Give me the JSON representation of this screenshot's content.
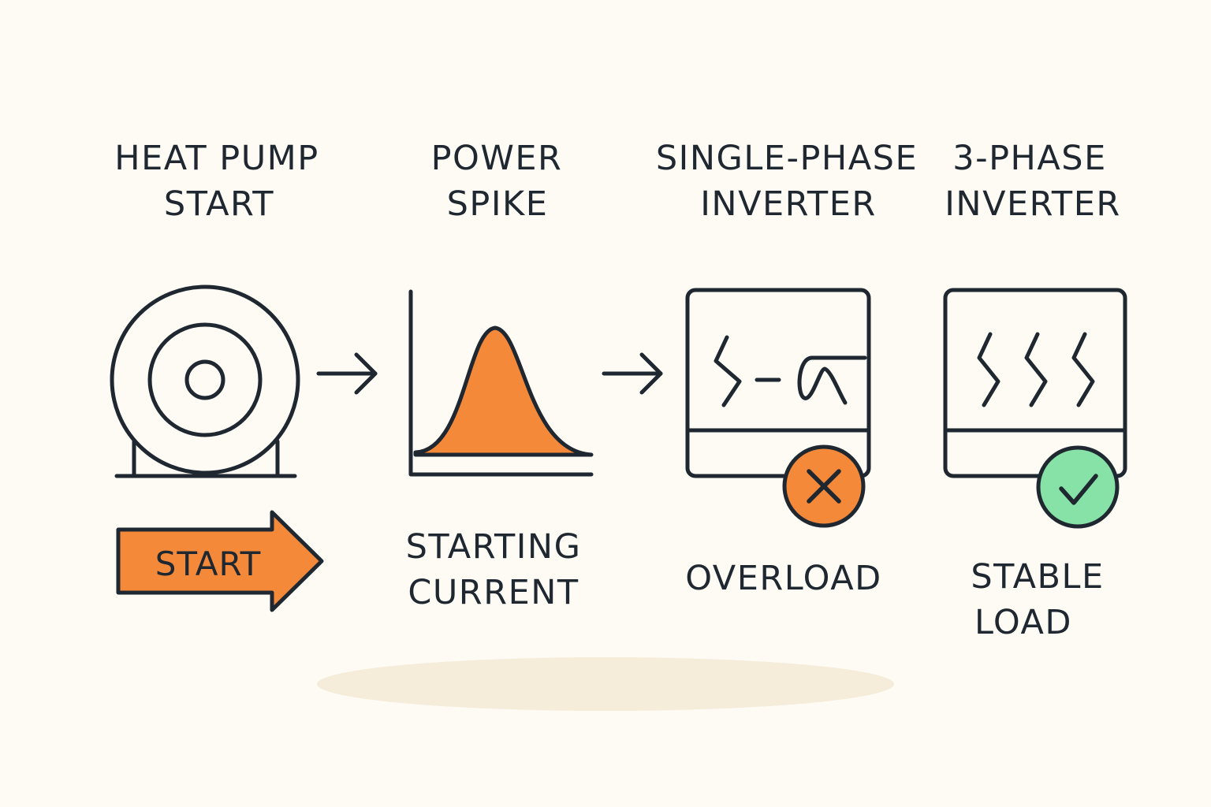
{
  "stages": [
    {
      "title_line1": "HEAT PUMP",
      "title_line2": "START",
      "icon": "heat-pump-icon",
      "badge_label": "START"
    },
    {
      "title_line1": "POWER",
      "title_line2": "SPIKE",
      "icon": "current-spike-chart-icon",
      "caption_line1": "STARTING",
      "caption_line2": "CURRENT"
    },
    {
      "title_line1": "SINGLE-PHASE",
      "title_line2": "INVERTER",
      "icon": "single-phase-inverter-icon",
      "status_icon": "cross-icon",
      "caption_line1": "OVERLOAD"
    },
    {
      "title_line1": "3-PHASE",
      "title_line2": "INVERTER",
      "icon": "three-phase-inverter-icon",
      "status_icon": "check-icon",
      "caption_line1": "STABLE",
      "caption_line2": "LOAD"
    }
  ],
  "colors": {
    "background": "#fdfbf4",
    "ink": "#1f2730",
    "accent_orange": "#f5893a",
    "success_green": "#86e2a7",
    "shadow": "#f5ecd9"
  }
}
